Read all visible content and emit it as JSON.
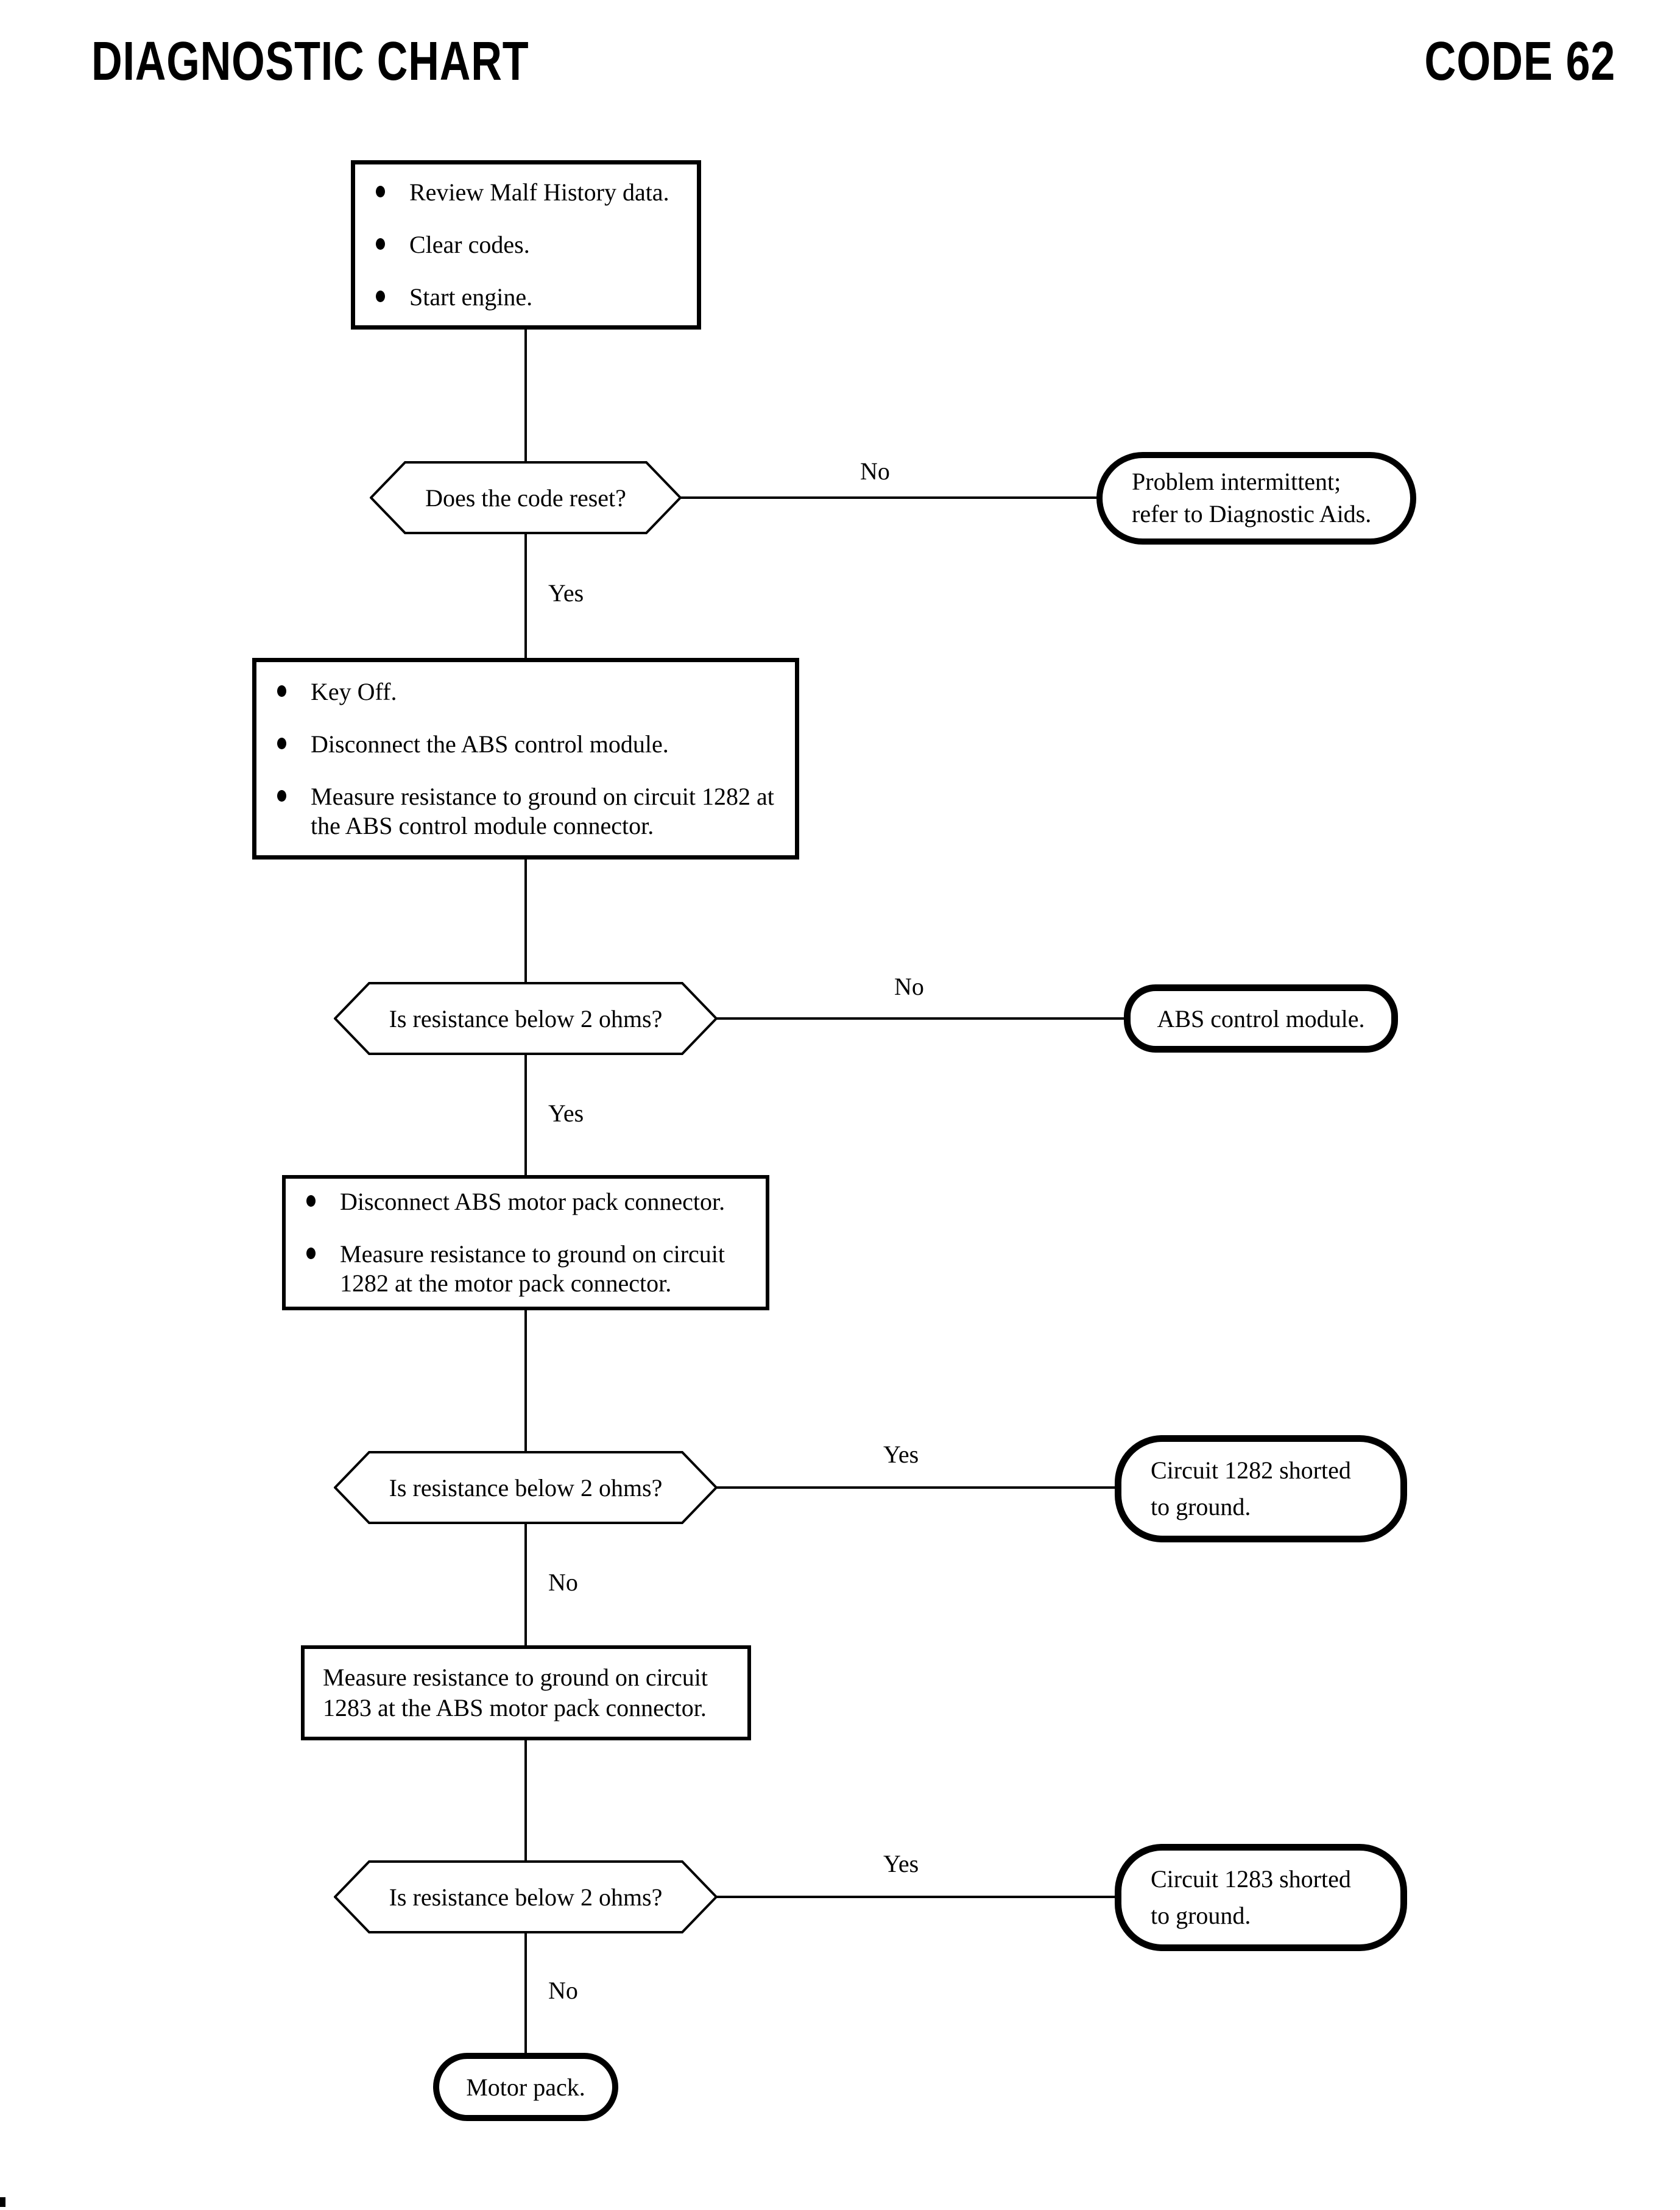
{
  "page": {
    "paper_color": "#ffffff",
    "ink_color": "#000000"
  },
  "header": {
    "title": "DIAGNOSTIC CHART",
    "code": "CODE 62"
  },
  "flow": {
    "box_start": {
      "items": [
        "Review Malf History data.",
        "Clear codes.",
        "Start engine."
      ]
    },
    "decision_code_reset": {
      "label": "Does the code reset?"
    },
    "term_intermittent": {
      "line1": "Problem intermittent;",
      "line2": "refer to Diagnostic Aids."
    },
    "box_key_off": {
      "items": [
        "Key Off.",
        "Disconnect the ABS control module.",
        "Measure resistance to ground on circuit 1282 at the ABS control module connector."
      ]
    },
    "decision_resistance_1": {
      "label": "Is resistance below 2 ohms?"
    },
    "term_abs_module": {
      "text": "ABS control module."
    },
    "box_motor_pack": {
      "items": [
        "Disconnect ABS motor pack connector.",
        "Measure resistance to ground on circuit 1282 at the motor pack connector."
      ]
    },
    "decision_resistance_2": {
      "label": "Is resistance below 2 ohms?"
    },
    "term_circuit_1282": {
      "line1": "Circuit 1282 shorted",
      "line2": "to ground."
    },
    "box_measure_1283": {
      "text": "Measure resistance to ground on circuit 1283 at the ABS motor pack connector."
    },
    "decision_resistance_3": {
      "label": "Is resistance below 2 ohms?"
    },
    "term_circuit_1283": {
      "line1": "Circuit 1283 shorted",
      "line2": "to ground."
    },
    "term_motor_pack": {
      "text": "Motor pack."
    },
    "labels": {
      "no1": "No",
      "yes1": "Yes",
      "no2": "No",
      "yes2": "Yes",
      "yes3": "Yes",
      "no3": "No",
      "yes4": "Yes",
      "no4": "No"
    }
  }
}
